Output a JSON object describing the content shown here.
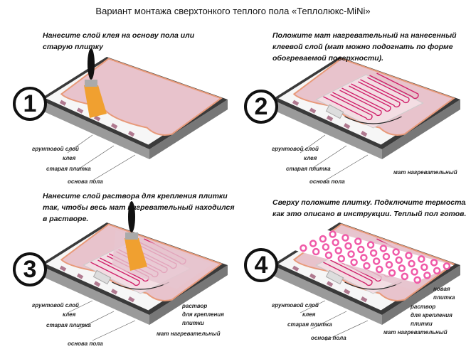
{
  "title": "Вариант монтажа сверхтонкого теплого пола «Теплолюкс-MiNi»",
  "colors": {
    "glue": "#e8c3cc",
    "edge": "#e89a7a",
    "base": "#8a8a8a",
    "dark": "#3a3a3a",
    "tile_marker": "#b07a90",
    "cable": "#d0206a",
    "new_tile": "#f05aa8"
  },
  "steps": [
    {
      "number": "1",
      "instruction": [
        "Нанесите слой клея на основу пола или",
        "старую плитку"
      ],
      "labels": {
        "primer": "грунтовой слой",
        "glue": "клея",
        "old_tile": "старая плитка",
        "base": "основа пола"
      }
    },
    {
      "number": "2",
      "instruction": [
        "Положите мат нагревательный на нанесенный",
        "клеевой слой (мат можно подогнать по форме",
        "обогреваемой поверхности)."
      ],
      "labels": {
        "primer": "грунтовой слой",
        "glue": "клея",
        "old_tile": "старая плитка",
        "base": "основа пола",
        "mat": "мат нагревательный"
      }
    },
    {
      "number": "3",
      "instruction": [
        "Нанесите слой раствора для крепления плитки",
        "так, чтобы весь мат нагревательный находился",
        "в растворе."
      ],
      "labels": {
        "primer": "грунтовой слой",
        "glue": "клея",
        "old_tile": "старая плитка",
        "base": "основа пола",
        "mortar": [
          "раствор",
          "для крепления",
          "плитки"
        ],
        "mat": "мат нагревательный"
      }
    },
    {
      "number": "4",
      "instruction": [
        "Сверху положите плитку. Подключите термостат,",
        "как это описано в инструкции. Теплый пол готов."
      ],
      "labels": {
        "primer": "грунтовой слой",
        "glue": "клея",
        "old_tile": "старая плитка",
        "base": "основа пола",
        "new_tile": [
          "новая",
          "плитка"
        ],
        "mortar": [
          "раствор",
          "для крепления",
          "плитки"
        ],
        "mat": "мат нагревательный"
      }
    }
  ]
}
